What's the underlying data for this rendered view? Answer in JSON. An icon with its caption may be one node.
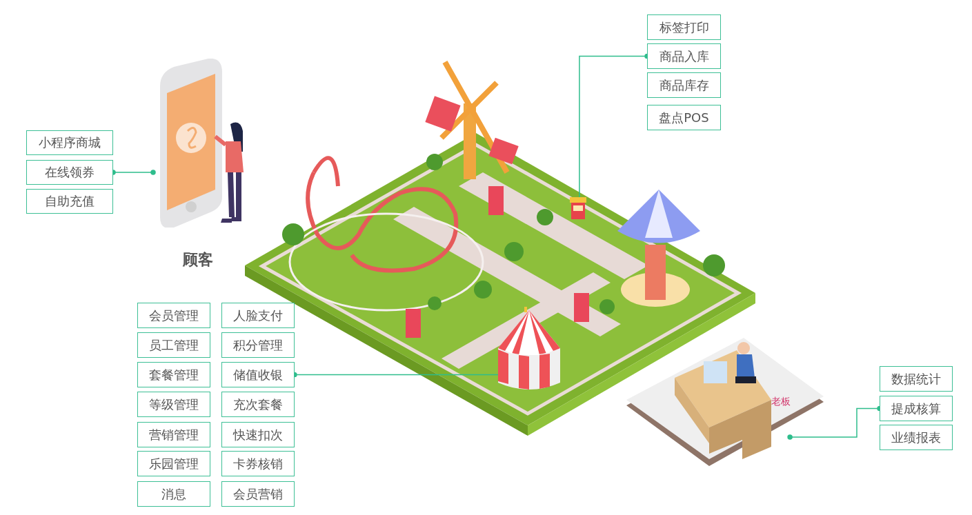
{
  "diagram": {
    "nodes": [
      {
        "text": [],
        "shape": "picture",
        "beside": [
          "顾客"
        ]
      },
      {
        "text": [
          "小程序商城"
        ]
      },
      {
        "text": [
          "在线领券"
        ]
      },
      {
        "text": [
          "自助充值"
        ]
      },
      {
        "text": [],
        "shape": "picture"
      },
      {
        "text": [
          "标签打印"
        ]
      },
      {
        "text": [
          "商品入库"
        ]
      },
      {
        "text": [
          "商品库存"
        ]
      },
      {
        "text": [
          "盘点POS"
        ]
      },
      {
        "text": [],
        "shape": "picture"
      },
      {
        "text": [
          "会员管理"
        ]
      },
      {
        "text": [
          "人脸支付"
        ]
      },
      {
        "text": [
          "员工管理"
        ]
      },
      {
        "text": [
          "积分管理"
        ]
      },
      {
        "text": [
          "套餐管理"
        ]
      },
      {
        "text": [
          "储值收银"
        ]
      },
      {
        "text": [
          "等级管理"
        ]
      },
      {
        "text": [
          "充次套餐"
        ]
      },
      {
        "text": [
          "营销管理"
        ]
      },
      {
        "text": [
          "快速扣次"
        ]
      },
      {
        "text": [
          "乐园管理"
        ]
      },
      {
        "text": [
          "卡券核销"
        ]
      },
      {
        "text": [
          "消息"
        ]
      },
      {
        "text": [
          "会员营销"
        ]
      },
      {
        "text": [
          "老板"
        ]
      },
      {
        "text": [
          "数据统计"
        ]
      },
      {
        "text": [
          "提成核算"
        ]
      },
      {
        "text": [
          "业绩报表"
        ]
      }
    ],
    "edges": [
      {
        "from": 0,
        "to": 2,
        "arrow": "other"
      },
      {
        "from": 4,
        "to": 6,
        "arrow": "other"
      },
      {
        "from": 9,
        "to": 15,
        "arrow": "other"
      },
      {
        "from": 24,
        "to": 26,
        "arrow": "other"
      }
    ]
  }
}
